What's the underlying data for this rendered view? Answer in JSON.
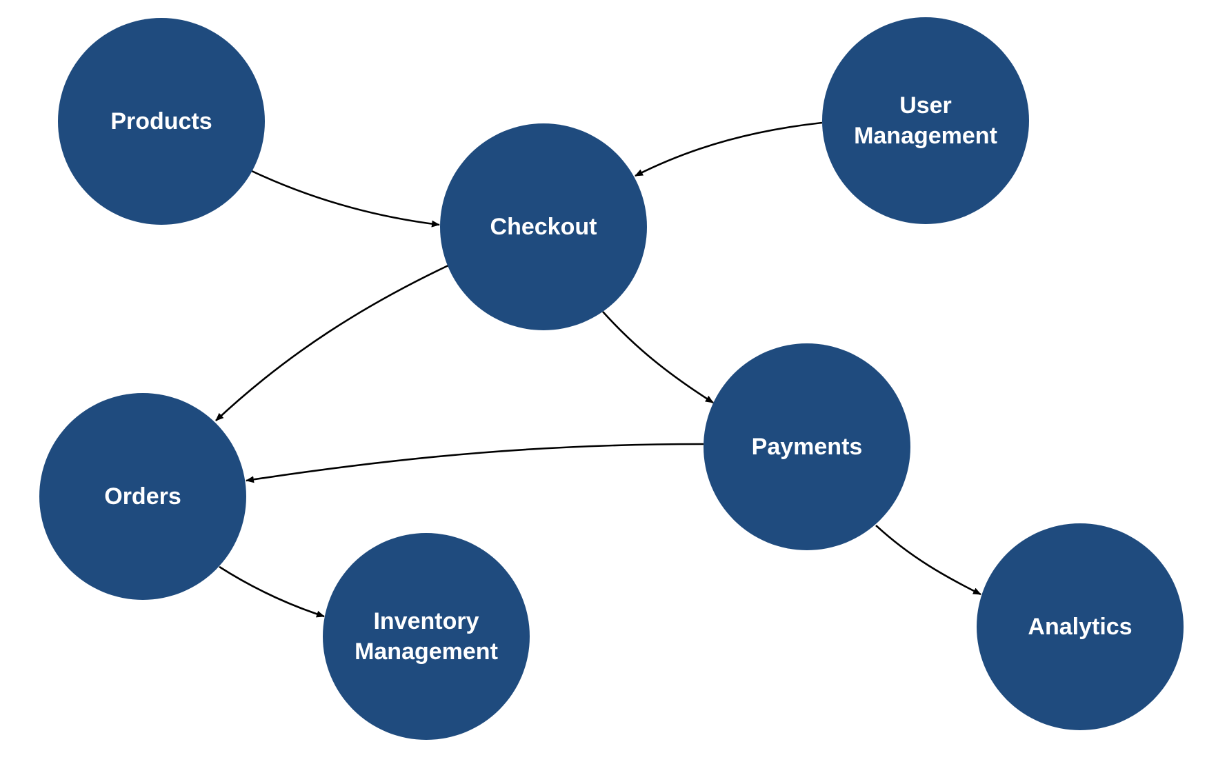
{
  "diagram": {
    "node_color": "#1f4b7e",
    "label_color": "#ffffff",
    "edge_color": "#000000",
    "nodes": [
      {
        "id": "products",
        "lines": [
          "Products"
        ]
      },
      {
        "id": "checkout",
        "lines": [
          "Checkout"
        ]
      },
      {
        "id": "user_management",
        "lines": [
          "User",
          "Management"
        ]
      },
      {
        "id": "orders",
        "lines": [
          "Orders"
        ]
      },
      {
        "id": "payments",
        "lines": [
          "Payments"
        ]
      },
      {
        "id": "inventory_management",
        "lines": [
          "Inventory",
          "Management"
        ]
      },
      {
        "id": "analytics",
        "lines": [
          "Analytics"
        ]
      }
    ],
    "edges": [
      {
        "from": "products",
        "to": "checkout"
      },
      {
        "from": "user_management",
        "to": "checkout"
      },
      {
        "from": "checkout",
        "to": "orders"
      },
      {
        "from": "checkout",
        "to": "payments"
      },
      {
        "from": "payments",
        "to": "orders"
      },
      {
        "from": "orders",
        "to": "inventory_management"
      },
      {
        "from": "payments",
        "to": "analytics"
      }
    ]
  }
}
